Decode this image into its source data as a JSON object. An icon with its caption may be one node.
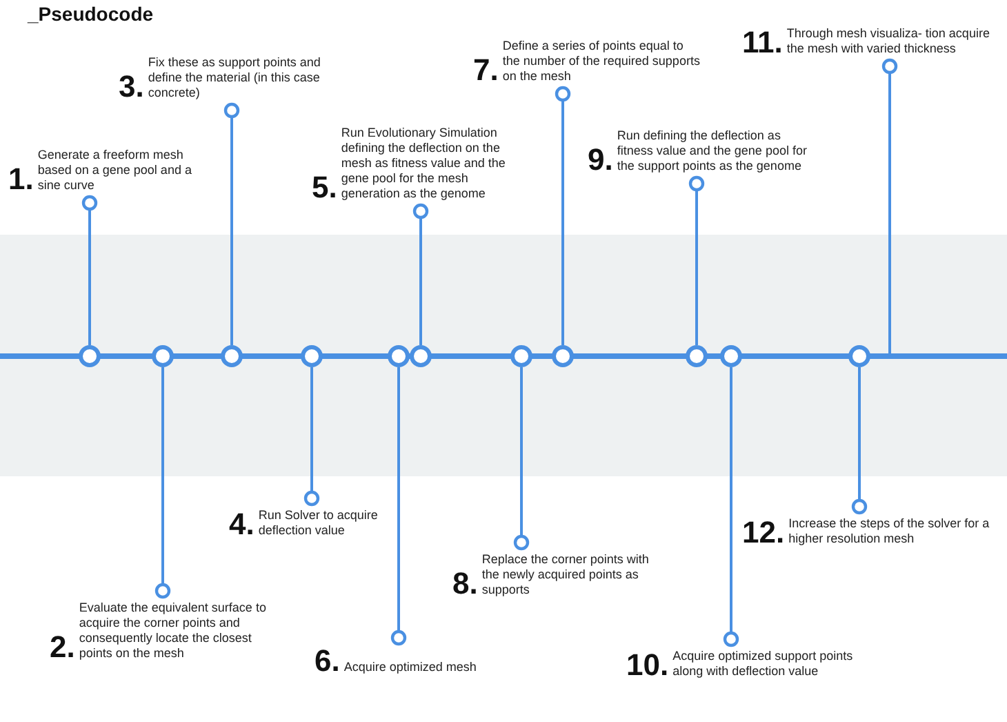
{
  "diagram": {
    "title": "_Pseudocode",
    "nodes": [
      {
        "text": [
          "1.",
          "Generate a freeform mesh based on a gene pool and a sine curve"
        ]
      },
      {
        "text": [
          "2.",
          "Evaluate the equivalent surface to acquire the corner points and consequently locate the closest points on the mesh"
        ]
      },
      {
        "text": [
          "3.",
          "Fix these as support points and define the material (in this case concrete)"
        ]
      },
      {
        "text": [
          "4.",
          "Run Solver to acquire deflection value"
        ]
      },
      {
        "text": [
          "5.",
          "Run Evolutionary Simulation defining the deflection on the mesh as fitness value and the gene pool for the mesh generation as the genome"
        ]
      },
      {
        "text": [
          "6.",
          "Acquire optimized mesh"
        ]
      },
      {
        "text": [
          "7.",
          "Define a series of points equal to the number of the required supports on the mesh"
        ]
      },
      {
        "text": [
          "8.",
          "Replace the corner points with the newly acquired points as supports"
        ]
      },
      {
        "text": [
          "9.",
          "Run defining the deflection as fitness value and the gene pool for the support points as the genome"
        ]
      },
      {
        "text": [
          "10.",
          "Acquire optimized support points along with deflection value"
        ]
      },
      {
        "text": [
          "11.",
          "Through mesh visualiza- tion acquire the mesh with varied thickness"
        ]
      },
      {
        "text": [
          "12.",
          "Increase the steps of the solver for a higher resolution mesh"
        ]
      },
      {
        "text": [],
        "shape": "circle"
      },
      {
        "text": [],
        "shape": "circle"
      },
      {
        "text": [],
        "shape": "circle"
      },
      {
        "text": [],
        "shape": "circle"
      },
      {
        "text": [],
        "shape": "circle"
      },
      {
        "text": [],
        "shape": "circle"
      },
      {
        "text": [],
        "shape": "circle"
      },
      {
        "text": [],
        "shape": "circle"
      },
      {
        "text": [],
        "shape": "circle"
      },
      {
        "text": [],
        "shape": "circle"
      },
      {
        "text": [],
        "shape": "circle"
      }
    ],
    "edges": [
      {
        "from": 12,
        "to": 0,
        "arrow": "other"
      },
      {
        "from": 13,
        "to": 1,
        "arrow": "other"
      },
      {
        "from": 14,
        "to": 2,
        "arrow": "other"
      },
      {
        "from": 15,
        "to": 3,
        "arrow": "other"
      },
      {
        "from": 16,
        "to": 5,
        "arrow": "other"
      },
      {
        "from": 17,
        "to": 4,
        "arrow": "other"
      },
      {
        "from": 18,
        "to": 7,
        "arrow": "other"
      },
      {
        "from": 19,
        "to": 6,
        "arrow": "other"
      },
      {
        "from": 20,
        "to": 8,
        "arrow": "other"
      },
      {
        "from": 21,
        "to": 9,
        "arrow": "other"
      },
      {
        "from": null,
        "to": 10,
        "arrow": "other"
      },
      {
        "from": 22,
        "to": 11,
        "arrow": "other"
      }
    ]
  }
}
